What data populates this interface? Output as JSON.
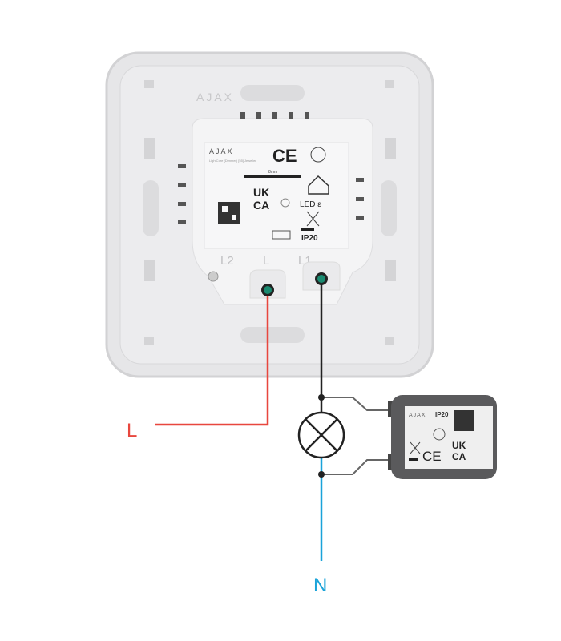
{
  "switch_label": {
    "brand": "AJAX",
    "model": "LightCore (Dimmer) [55] Jeweller",
    "strip_length": "8mm",
    "ukca_top": "UK",
    "ukca_bottom": "CA",
    "led": "LED ε",
    "ip": "IP20",
    "ce": "CE"
  },
  "terminals": {
    "l2": "L2",
    "l": "L",
    "l1": "L1"
  },
  "wires": {
    "line_label": "L",
    "neutral_label": "N",
    "line_color": "#e8473e",
    "neutral_color": "#1aa3d9",
    "switched_color": "#222222"
  },
  "module": {
    "brand": "AJAX",
    "ip": "IP20",
    "ukca_top": "UK",
    "ukca_bottom": "CA",
    "ce": "CE"
  }
}
